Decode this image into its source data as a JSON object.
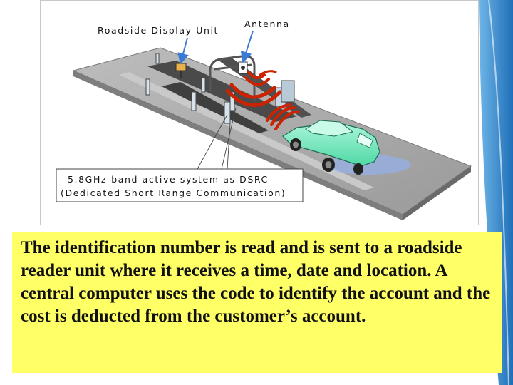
{
  "diagram": {
    "label_roadside_display_unit": "Roadside Display Unit",
    "label_antenna": "Antenna",
    "label_dsrc_line1": "5.8GHz-band active system as DSRC",
    "label_dsrc_line2": "(Dedicated Short Range Communication)"
  },
  "caption": {
    "text": "The identification number is read and is sent to a roadside reader unit where it receives a time, date and location.  A central computer uses the code to identify the account and the cost is deducted from the customer’s account."
  },
  "colors": {
    "caption_background": "#ffff66",
    "road": "#a9a9a9",
    "car": "#7de8c0",
    "signal_waves": "#cc2200",
    "label_arrows": "#3a7bd5"
  }
}
